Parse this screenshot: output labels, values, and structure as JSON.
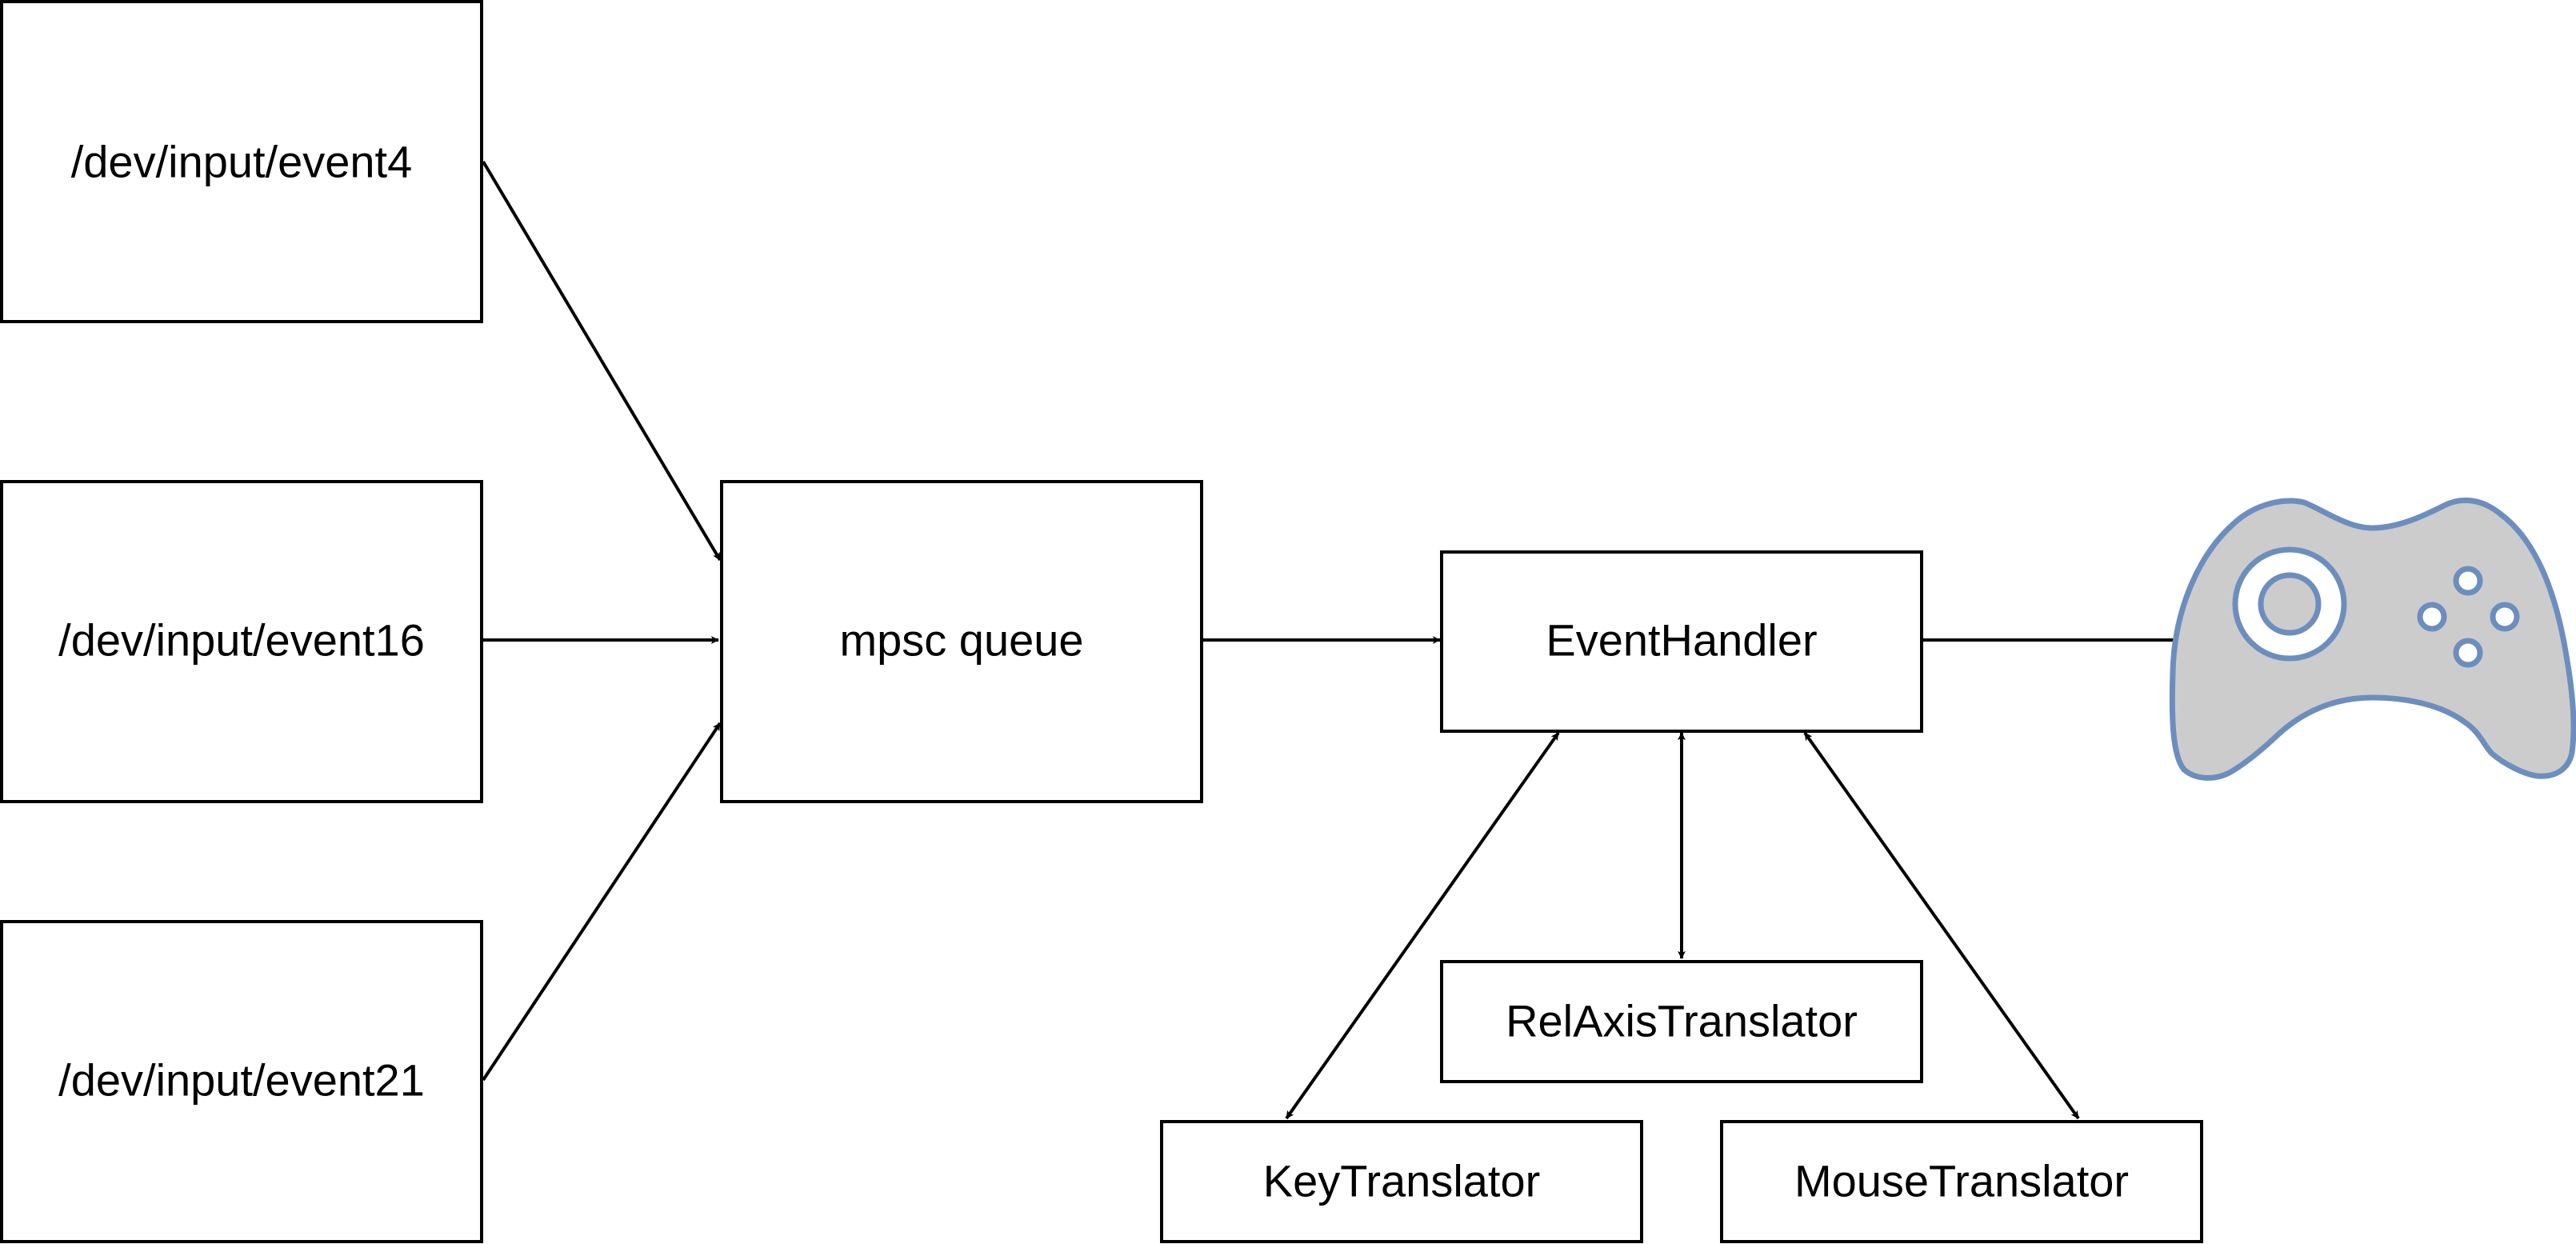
{
  "diagram": {
    "nodes": {
      "event4": "/dev/input/event4",
      "event16": "/dev/input/event16",
      "event21": "/dev/input/event21",
      "queue": "mpsc queue",
      "handler": "EventHandler",
      "rel_axis": "RelAxisTranslator",
      "key": "KeyTranslator",
      "mouse": "MouseTranslator"
    },
    "edges": [
      {
        "from": "/dev/input/event4",
        "to": "mpsc queue",
        "direction": "forward"
      },
      {
        "from": "/dev/input/event16",
        "to": "mpsc queue",
        "direction": "forward"
      },
      {
        "from": "/dev/input/event21",
        "to": "mpsc queue",
        "direction": "forward"
      },
      {
        "from": "mpsc queue",
        "to": "EventHandler",
        "direction": "forward"
      },
      {
        "from": "EventHandler",
        "to": "gamepad",
        "direction": "forward"
      },
      {
        "from": "EventHandler",
        "to": "KeyTranslator",
        "direction": "both"
      },
      {
        "from": "EventHandler",
        "to": "RelAxisTranslator",
        "direction": "both"
      },
      {
        "from": "EventHandler",
        "to": "MouseTranslator",
        "direction": "both"
      }
    ],
    "gamepad": {
      "icon": "gamepad-icon",
      "fill_color": "#cccccc",
      "stroke_color": "#6c8ebf"
    },
    "colors": {
      "box_stroke": "#000000",
      "box_fill": "#ffffff",
      "arrow": "#000000"
    }
  }
}
